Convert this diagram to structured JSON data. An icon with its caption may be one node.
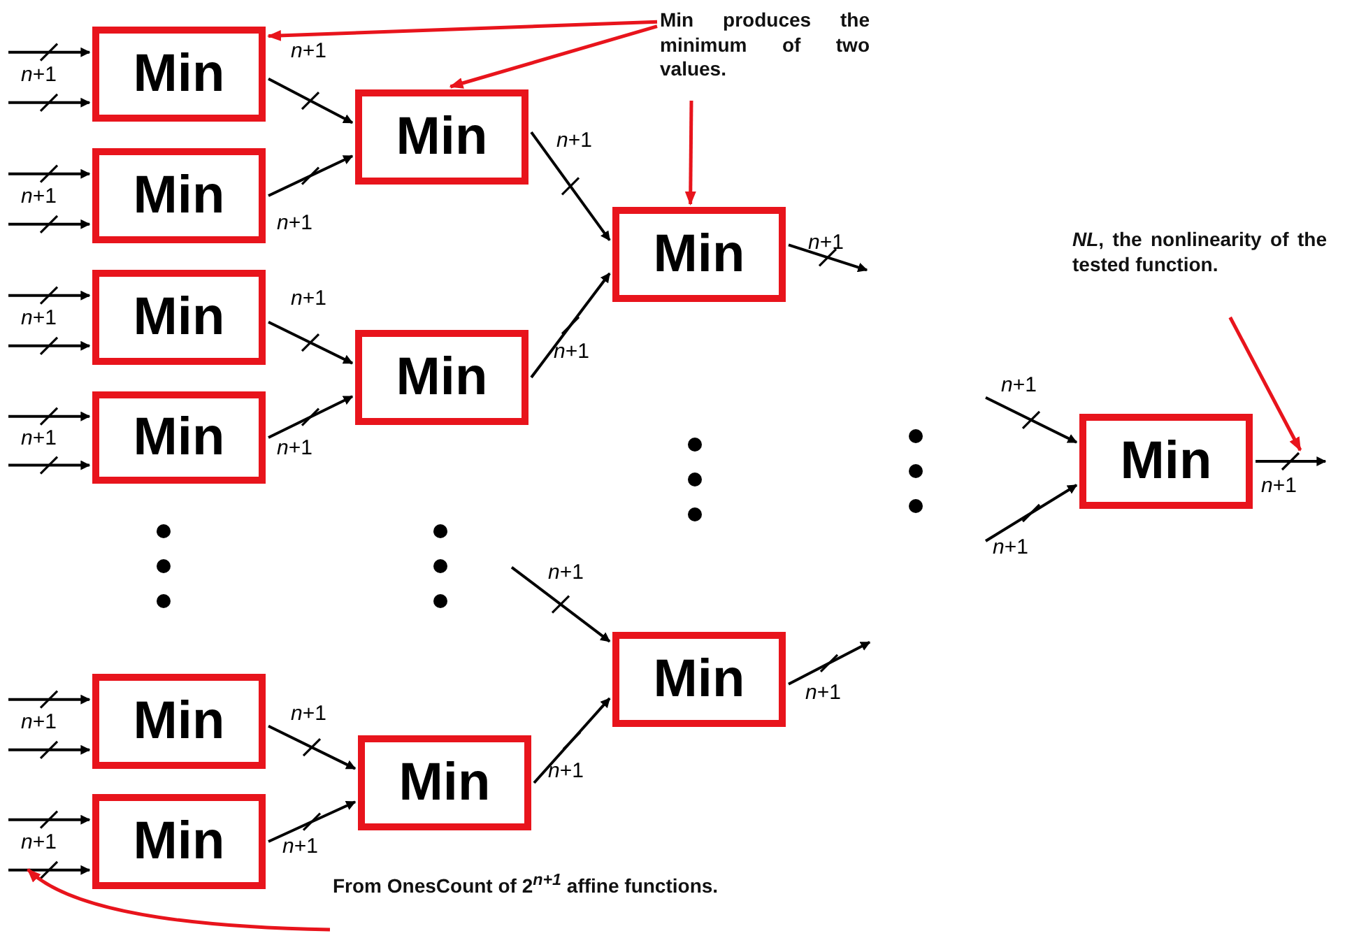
{
  "diagram": {
    "nodes": [
      {
        "text": [
          "Min"
        ]
      },
      {
        "text": [
          "Min"
        ]
      },
      {
        "text": [
          "Min"
        ]
      },
      {
        "text": [
          "Min"
        ]
      },
      {
        "text": [
          "Min"
        ]
      },
      {
        "text": [
          "Min"
        ]
      },
      {
        "text": [
          "Min"
        ]
      },
      {
        "text": [
          "Min"
        ]
      },
      {
        "text": [
          "Min"
        ]
      },
      {
        "text": [
          "Min"
        ]
      },
      {
        "text": [
          "Min"
        ]
      },
      {
        "text": [
          "Min"
        ]
      },
      {
        "text": [
          "Min produces the minimum of two values."
        ]
      },
      {
        "text": [
          "*NL*, the nonlinearity of the tested function."
        ]
      },
      {
        "text": [
          "From OnesCount of 2$^{n+1}$ affine functions."
        ]
      }
    ],
    "edges": [
      {
        "from": null,
        "to": 0,
        "arrow": "to",
        "label": "*n*+1"
      },
      {
        "from": null,
        "to": 0,
        "arrow": "to"
      },
      {
        "from": null,
        "to": 1,
        "arrow": "to",
        "label": "*n*+1"
      },
      {
        "from": null,
        "to": 1,
        "arrow": "to"
      },
      {
        "from": null,
        "to": 2,
        "arrow": "to",
        "label": "*n*+1"
      },
      {
        "from": null,
        "to": 2,
        "arrow": "to"
      },
      {
        "from": null,
        "to": 3,
        "arrow": "to",
        "label": "*n*+1"
      },
      {
        "from": null,
        "to": 3,
        "arrow": "to"
      },
      {
        "from": null,
        "to": 4,
        "arrow": "to",
        "label": "*n*+1"
      },
      {
        "from": null,
        "to": 4,
        "arrow": "to"
      },
      {
        "from": null,
        "to": 5,
        "arrow": "to",
        "label": "*n*+1"
      },
      {
        "from": null,
        "to": 5,
        "arrow": "to"
      },
      {
        "from": 0,
        "to": 6,
        "arrow": "to",
        "label": "*n*+1"
      },
      {
        "from": 1,
        "to": 6,
        "arrow": "to",
        "label": "*n*+1"
      },
      {
        "from": 2,
        "to": 7,
        "arrow": "to",
        "label": "*n*+1"
      },
      {
        "from": 3,
        "to": 7,
        "arrow": "to",
        "label": "*n*+1"
      },
      {
        "from": 4,
        "to": 8,
        "arrow": "to",
        "label": "*n*+1"
      },
      {
        "from": 5,
        "to": 8,
        "arrow": "to",
        "label": "*n*+1"
      },
      {
        "from": 6,
        "to": 9,
        "arrow": "to",
        "label": "*n*+1"
      },
      {
        "from": 7,
        "to": 9,
        "arrow": "to",
        "label": "*n*+1"
      },
      {
        "from": 9,
        "to": null,
        "arrow": "to",
        "label": "*n*+1"
      },
      {
        "from": null,
        "to": 10,
        "arrow": "to",
        "label": "*n*+1"
      },
      {
        "from": 8,
        "to": 10,
        "arrow": "to",
        "label": "*n*+1"
      },
      {
        "from": 10,
        "to": null,
        "arrow": "to",
        "label": "*n*+1"
      },
      {
        "from": null,
        "to": 11,
        "arrow": "to",
        "label": "*n*+1"
      },
      {
        "from": null,
        "to": 11,
        "arrow": "to",
        "label": "*n*+1"
      },
      {
        "from": 11,
        "to": null,
        "arrow": "to",
        "label": "*n*+1"
      },
      {
        "from": 12,
        "to": 0,
        "arrow": "to",
        "color": "#e8141c"
      },
      {
        "from": 12,
        "to": 6,
        "arrow": "to",
        "color": "#e8141c"
      },
      {
        "from": 12,
        "to": 9,
        "arrow": "to",
        "color": "#e8141c"
      },
      {
        "from": 13,
        "to": null,
        "arrow": "to",
        "color": "#e8141c"
      },
      {
        "from": 14,
        "to": null,
        "arrow": "to",
        "color": "#e8141c"
      }
    ]
  }
}
